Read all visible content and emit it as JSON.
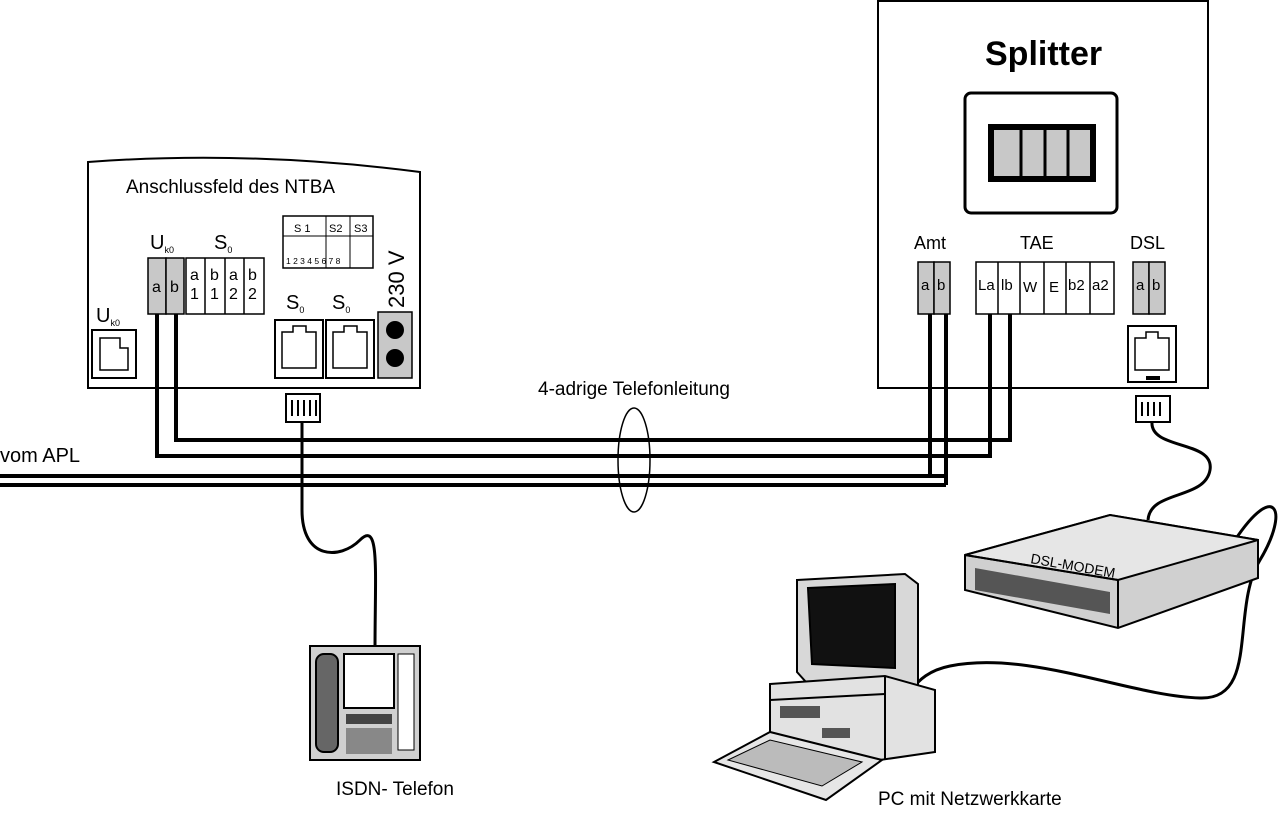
{
  "ntba": {
    "title": "Anschlussfeld des NTBA",
    "uk0_label": "U",
    "uk0_sub": "k0",
    "s0_label": "S",
    "s0_sub": "0",
    "terminal_uk0": [
      "a",
      "b"
    ],
    "terminal_s0": [
      [
        "a",
        "1"
      ],
      [
        "b",
        "1"
      ],
      [
        "a",
        "2"
      ],
      [
        "b",
        "2"
      ]
    ],
    "switch_labels": [
      "S 1",
      "S2",
      "S3"
    ],
    "switch_numbers": "1 2 3 4 5 6 7 8",
    "socket_label": "S",
    "socket_sub": "0",
    "power_label": "230 V"
  },
  "splitter": {
    "title": "Splitter",
    "amt_label": "Amt",
    "tae_label": "TAE",
    "dsl_label": "DSL",
    "amt_terminals": [
      "a",
      "b"
    ],
    "tae_terminals": [
      "La",
      "lb",
      "W",
      "E",
      "b2",
      "a2"
    ],
    "dsl_terminals": [
      "a",
      "b"
    ]
  },
  "cable_label": "4-adrige Telefonleitung",
  "apl_label": "vom APL",
  "modem_label": "DSL-MODEM",
  "phone_label": "ISDN- Telefon",
  "pc_label": "PC mit Netzwerkkarte",
  "colors": {
    "line": "#000000",
    "terminal_fill": "#c8c8c8",
    "background": "#ffffff"
  }
}
